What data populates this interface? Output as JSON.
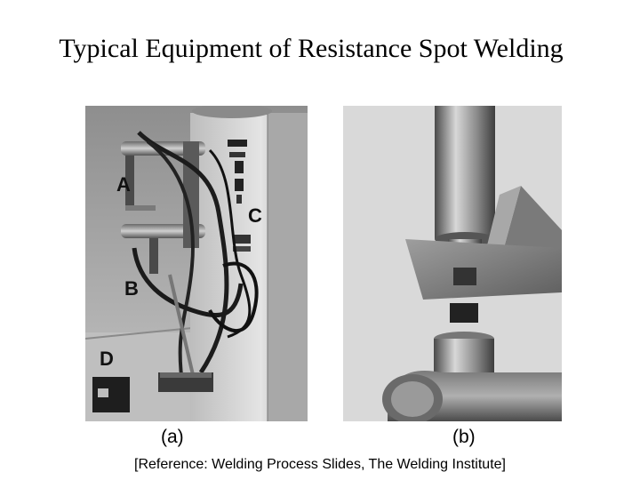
{
  "slide": {
    "title": "Typical Equipment of Resistance Spot Welding",
    "figures": [
      {
        "caption": "(a)",
        "labels": [
          "A",
          "B",
          "C",
          "D"
        ]
      },
      {
        "caption": "(b)"
      }
    ],
    "reference": "[Reference: Welding Process Slides, The Welding Institute]"
  }
}
